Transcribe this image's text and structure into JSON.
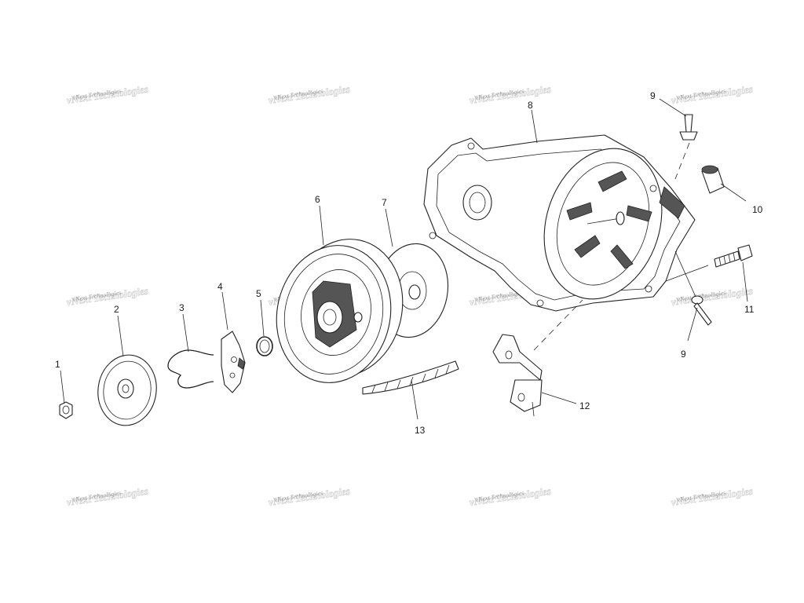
{
  "watermark_text": "vNext Technologies",
  "callouts": [
    "1",
    "2",
    "3",
    "4",
    "5",
    "6",
    "7",
    "8",
    "9",
    "10",
    "11",
    "9",
    "12",
    "13"
  ]
}
